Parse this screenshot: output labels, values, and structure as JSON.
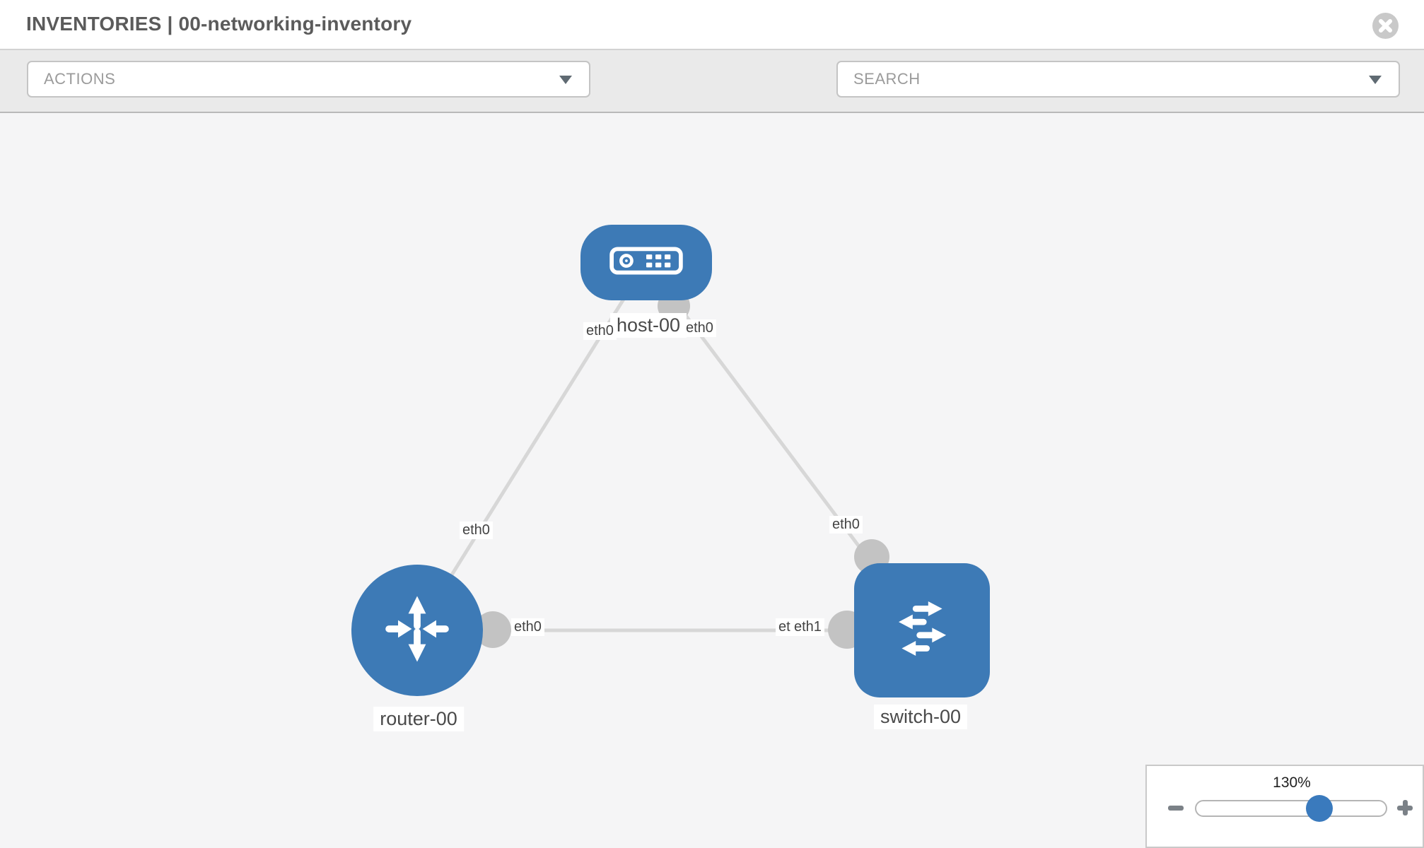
{
  "header": {
    "title": "INVENTORIES | 00-networking-inventory"
  },
  "toolbar": {
    "actions_placeholder": "ACTIONS",
    "search_placeholder": "SEARCH",
    "icon_buttons": [
      "wrench-icon",
      "key-icon"
    ]
  },
  "topology": {
    "nodes": [
      {
        "name": "host-00",
        "type": "host"
      },
      {
        "name": "router-00",
        "type": "router"
      },
      {
        "name": "switch-00",
        "type": "switch"
      }
    ],
    "links": [
      {
        "source": "host-00",
        "source_interface": "eth0",
        "target": "router-00",
        "target_interface": "eth0"
      },
      {
        "source": "host-00",
        "source_interface": "eth0",
        "target": "switch-00",
        "target_interface": "eth0"
      },
      {
        "source": "router-00",
        "source_interface": "eth0",
        "target": "switch-00",
        "target_interface": "eth1"
      }
    ]
  },
  "labels": {
    "host": "host-00",
    "router": "router-00",
    "switch": "switch-00",
    "host_left_port": "eth0",
    "host_right_port": "eth0",
    "router_diag_port": "eth0",
    "switch_top_port": "eth0",
    "router_right_port": "eth0",
    "switch_left_port_under": "eth0",
    "switch_left_port": "eth1"
  },
  "zoom_control": {
    "level": "130%"
  },
  "colors": {
    "node_blue": "#3d7ab6",
    "slider_thumb_blue": "#3a7abd",
    "link_gray": "#d7d7d7",
    "connector_gray": "#c3c3c3",
    "toolbar_bg": "#eaeaea",
    "canvas_bg": "#f5f5f6"
  }
}
